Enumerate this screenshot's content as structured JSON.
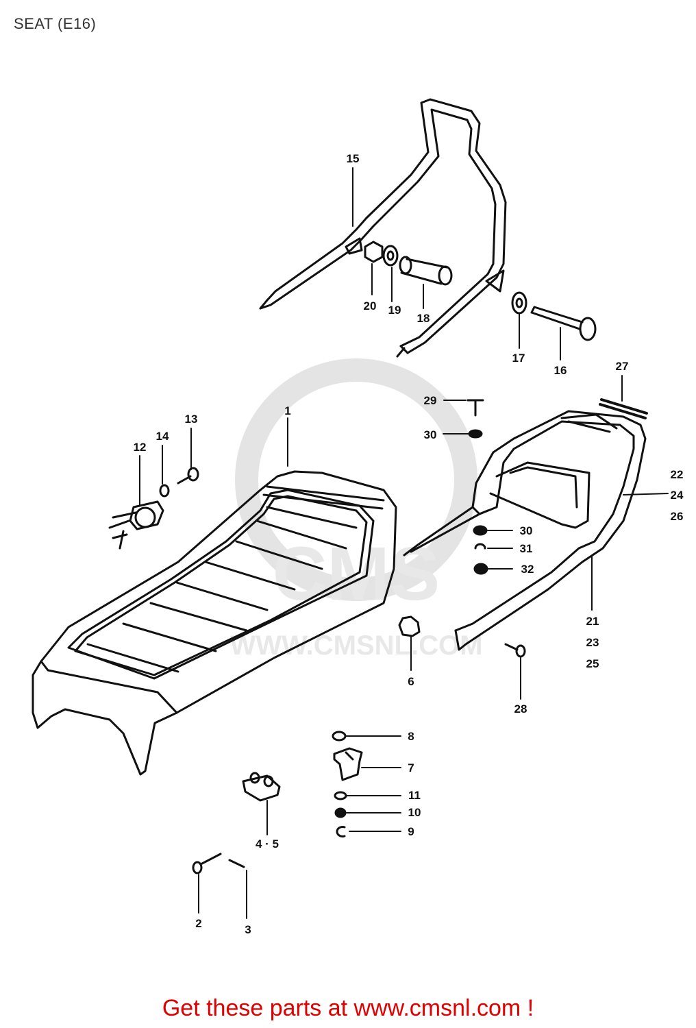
{
  "header": {
    "title": "SEAT (E16)"
  },
  "watermark": {
    "brand": "CMS",
    "url": "WWW.CMSNL.COM"
  },
  "footer": {
    "prefix": "Get these parts at ",
    "link": "www.cmsnl.com",
    "suffix": " !"
  },
  "callouts": {
    "c1": "1",
    "c2": "2",
    "c3": "3",
    "c4_5": "4 · 5",
    "c6": "6",
    "c7": "7",
    "c8": "8",
    "c9": "9",
    "c10": "10",
    "c11": "11",
    "c12": "12",
    "c13": "13",
    "c14": "14",
    "c15": "15",
    "c16": "16",
    "c17": "17",
    "c18": "18",
    "c19": "19",
    "c20": "20",
    "c21": "21",
    "c23": "23",
    "c25": "25",
    "c22": "22",
    "c24": "24",
    "c26": "26",
    "c27": "27",
    "c28": "28",
    "c29": "29",
    "c30a": "30",
    "c30b": "30",
    "c31": "31",
    "c32": "32"
  },
  "colors": {
    "line": "#111111",
    "footer": "#e00000",
    "watermark": "#e6e6e6"
  }
}
